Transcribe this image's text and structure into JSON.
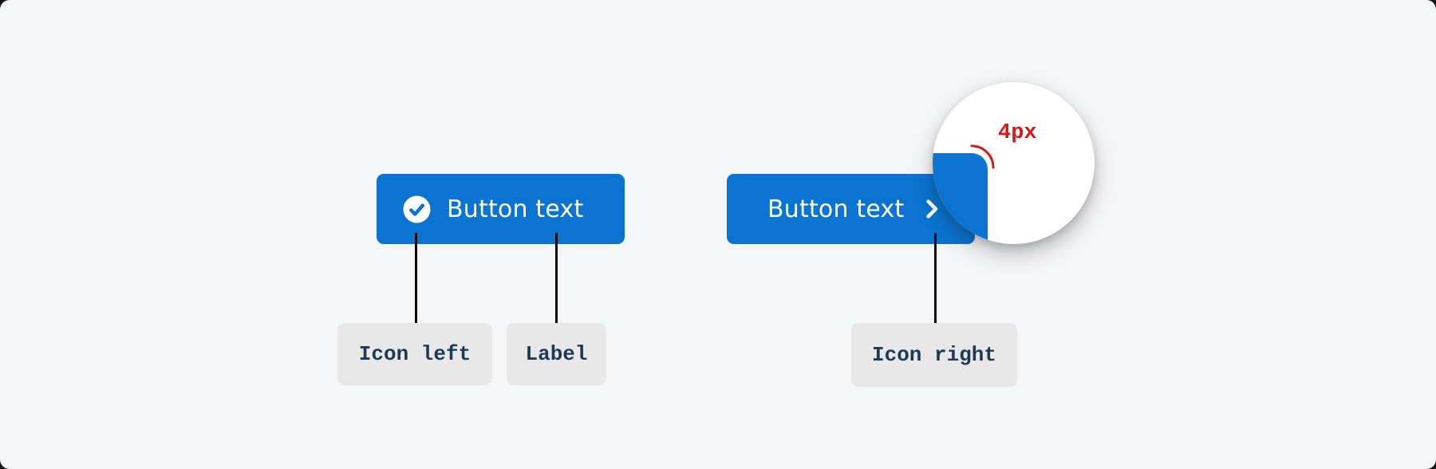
{
  "buttons": {
    "left": {
      "label": "Button text",
      "icon": "check-circle"
    },
    "right": {
      "label": "Button text",
      "icon": "chevron-right"
    }
  },
  "annotations": {
    "icon_left": "Icon left",
    "label": "Label",
    "icon_right": "Icon right"
  },
  "magnifier": {
    "radius_label": "4px"
  },
  "colors": {
    "background": "#f5f6f7",
    "button_blue": "#0a74d0",
    "tag_background": "#e8e8e9",
    "tag_text": "#1d3a52",
    "annotation_red": "#d11a1a",
    "line_black": "#0b0b0b"
  }
}
